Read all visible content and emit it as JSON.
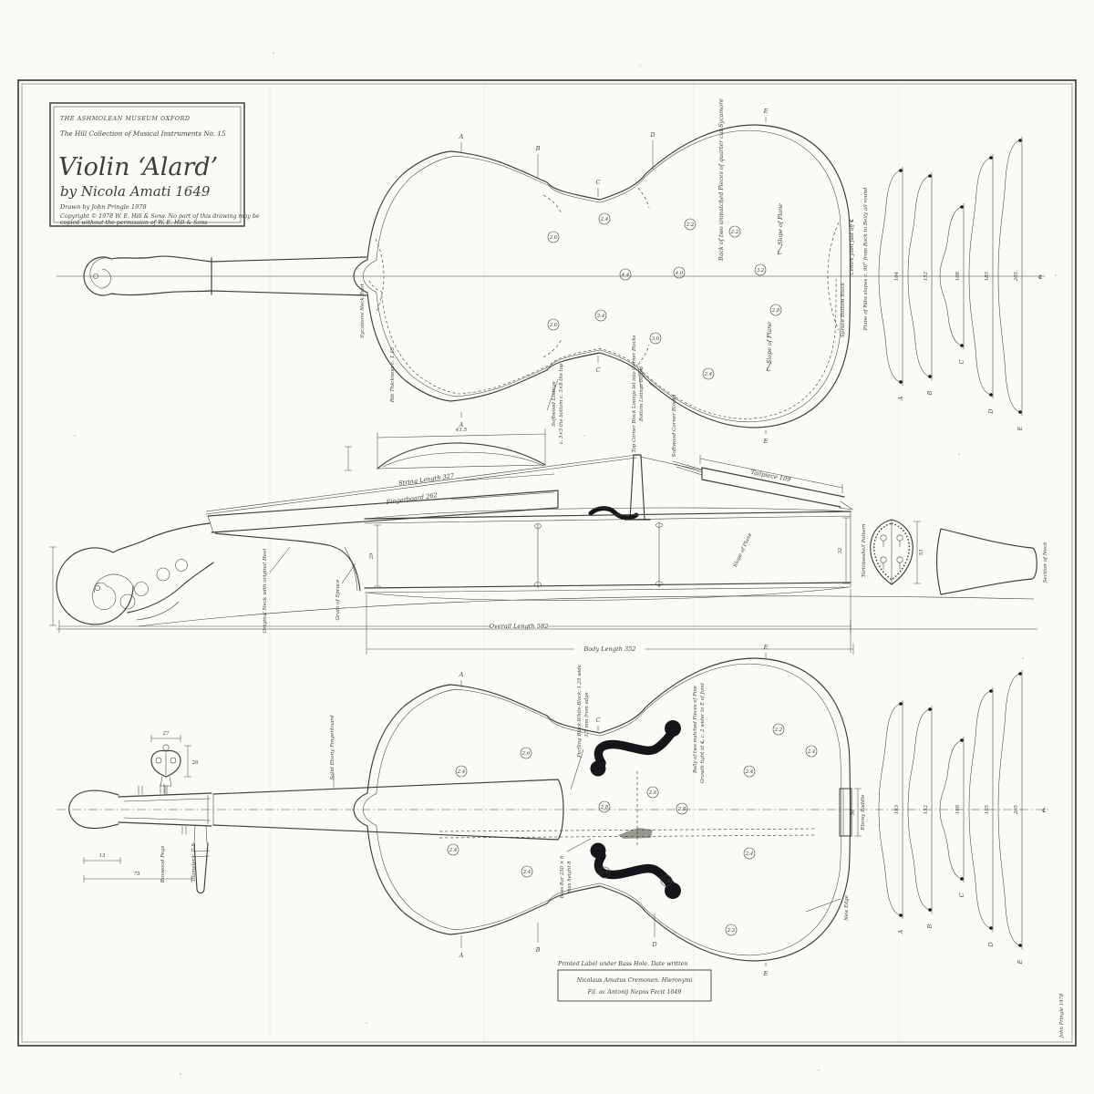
{
  "colors": {
    "paper": "#fbfaf6",
    "ink": "#3d3d3d",
    "fhole": "#16161a"
  },
  "title_block": {
    "museum": "THE ASHMOLEAN MUSEUM OXFORD",
    "collection": "The Hill Collection of Musical Instruments No. 15",
    "title": "Violin ‘Alard’",
    "subtitle": "by Nicola Amati 1649",
    "drawn_by": "Drawn by John Pringle 1978",
    "copyright_line1": "Copyright © 1978 W. E. Hill & Sons. No part of this drawing may be",
    "copyright_line2": "copied without the permission of W. E. Hill & Sons"
  },
  "back_view": {
    "pieces_note": "Back of two unmatched Pieces of quarter cut Sycamore",
    "slope_note_upper": "Slope of Plane",
    "slope_note_lower": "Slope of Plane",
    "centre_joint_note": "Centre Joint just off ℄",
    "rib_plane_note": "Plane of Ribs slopes c. 90° from Back to Belly all round",
    "bottom_block_note": "Spruce Bottom Block",
    "neck_root_note": "Sycamore Neck Root",
    "rib_thickness_note": "Rib Thickness c. 1.15",
    "linings_note_1": "Softwood Linings",
    "linings_note_2": "c. 3×5 the bottom   c. 3×8 the top",
    "corner_linings_note_1": "Top Corner Block Linings let into Corner Blocks",
    "corner_linings_note_2": "Bottom Linings butted",
    "corner_blocks_note": "Softwood Corner Blocks",
    "graduations": [
      {
        "v": "2.6"
      },
      {
        "v": "2.4"
      },
      {
        "v": "2.2"
      },
      {
        "v": "2.2"
      },
      {
        "v": "4.4"
      },
      {
        "v": "4.0"
      },
      {
        "v": "3.2"
      },
      {
        "v": "2.6"
      },
      {
        "v": "3.4"
      },
      {
        "v": "3.6"
      },
      {
        "v": "2.4"
      },
      {
        "v": "2.8"
      }
    ]
  },
  "side_view": {
    "string_length": "String Length 327",
    "fingerboard": "Fingerboard 262",
    "tailpiece": "Tailpiece 109",
    "slope_note": "Slope of Plane",
    "neck_note": "Original Neck with original Heel",
    "grain_note": "Grain of Spruce",
    "bridge_width": "41.5",
    "rib_height_left": "29",
    "rib_height_right": "32",
    "tortoiseshell_note": "Tortoiseshell Pattern",
    "tortoiseshell_dim": "53",
    "neck_section_note": "Section of Neck",
    "overall_length": "Overall Length 582",
    "body_length": "Body Length 352"
  },
  "front_view": {
    "fingerboard_note": "Solid Ebony Fingerboard",
    "purfling_note_1": "Purfling Black-White-Black: 1.25 wide",
    "purfling_note_2": "3.5 mm from edge",
    "belly_note_1": "Belly of two matched Pieces of Pine",
    "belly_note_2": "Growth tight at ℄, c. 2 wider to E of Joint",
    "bass_bar_note_1": "Bass Bar 250 × 6",
    "bass_bar_note_2": "max height 8",
    "saddle_note": "Ebony Saddle",
    "saddle_dim": "36",
    "new_edge_note": "New Edge",
    "pegs_note": "Boxwood Pegs",
    "peg_diameter_note": "Diameter c. 7.5",
    "peg_head_width": "27",
    "peg_head_height": "26",
    "pegbox_dim_1": "13",
    "pegbox_dim_2": "75",
    "label_caption": "Printed Label under Bass Hole. Date written",
    "label_line1": "Nicolaus Amatus Cremonen. Hieronymi",
    "label_line2": "Fil. ac Antonij Nepos Fecit 1649",
    "graduations": [
      {
        "v": "2.4"
      },
      {
        "v": "2.6"
      },
      {
        "v": "2.8"
      },
      {
        "v": "2.6"
      },
      {
        "v": "2.8"
      },
      {
        "v": "2.4"
      },
      {
        "v": "2.2"
      },
      {
        "v": "2.4"
      },
      {
        "v": "2.4"
      },
      {
        "v": "2.4"
      },
      {
        "v": "2.6"
      },
      {
        "v": "2.6"
      },
      {
        "v": "2.4"
      },
      {
        "v": "2.2"
      }
    ]
  },
  "arching_back": {
    "cl": "℄",
    "profiles": [
      {
        "letter": "A",
        "value": "164"
      },
      {
        "letter": "B",
        "value": "152"
      },
      {
        "letter": "C",
        "value": "108"
      },
      {
        "letter": "D",
        "value": "185"
      },
      {
        "letter": "E",
        "value": "205"
      }
    ]
  },
  "arching_belly": {
    "cl": "℄",
    "profiles": [
      {
        "letter": "A",
        "value": "163"
      },
      {
        "letter": "B",
        "value": "152"
      },
      {
        "letter": "C",
        "value": "108"
      },
      {
        "letter": "D",
        "value": "185"
      },
      {
        "letter": "E",
        "value": "205"
      }
    ]
  },
  "signature": "John Pringle 1978"
}
